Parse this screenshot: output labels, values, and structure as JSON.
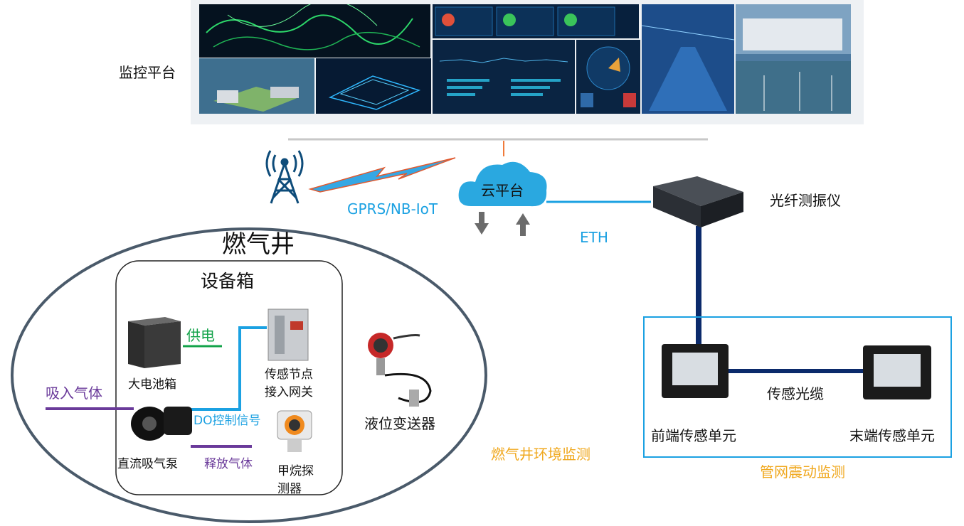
{
  "labels": {
    "monitor_platform": "监控平台",
    "gprs": "GPRS/NB-IoT",
    "cloud": "云平台",
    "eth": "ETH",
    "fiber_vibrometer": "光纤测振仪",
    "gas_well": "燃气井",
    "equipment_box": "设备箱",
    "power_supply": "供电",
    "big_battery_box": "大电池箱",
    "sensor_node_line1": "传感节点",
    "sensor_node_line2": "接入网关",
    "intake_gas": "吸入气体",
    "do_control": "DO控制信号",
    "dc_pump": "直流吸气泵",
    "release_gas": "释放气体",
    "methane_line1": "甲烷探",
    "methane_line2": "测器",
    "level_transmitter": "液位变送器",
    "gas_well_env": "燃气井环境监测",
    "sensing_cable": "传感光缆",
    "front_unit": "前端传感单元",
    "end_unit": "末端传感单元",
    "pipe_vibration": "管网震动监测"
  },
  "colors": {
    "accent_blue": "#1ba1e2",
    "navy": "#0b2a6b",
    "green": "#13a34a",
    "purple": "#6a3a9a",
    "orange": "#f0a81e",
    "cloud": "#2aa8e0",
    "ellipse_stroke": "#4a5a6a"
  },
  "icons": [
    "radio-tower-icon",
    "lightning-icon",
    "cloud-icon",
    "arrow-down-icon",
    "arrow-up-icon"
  ]
}
